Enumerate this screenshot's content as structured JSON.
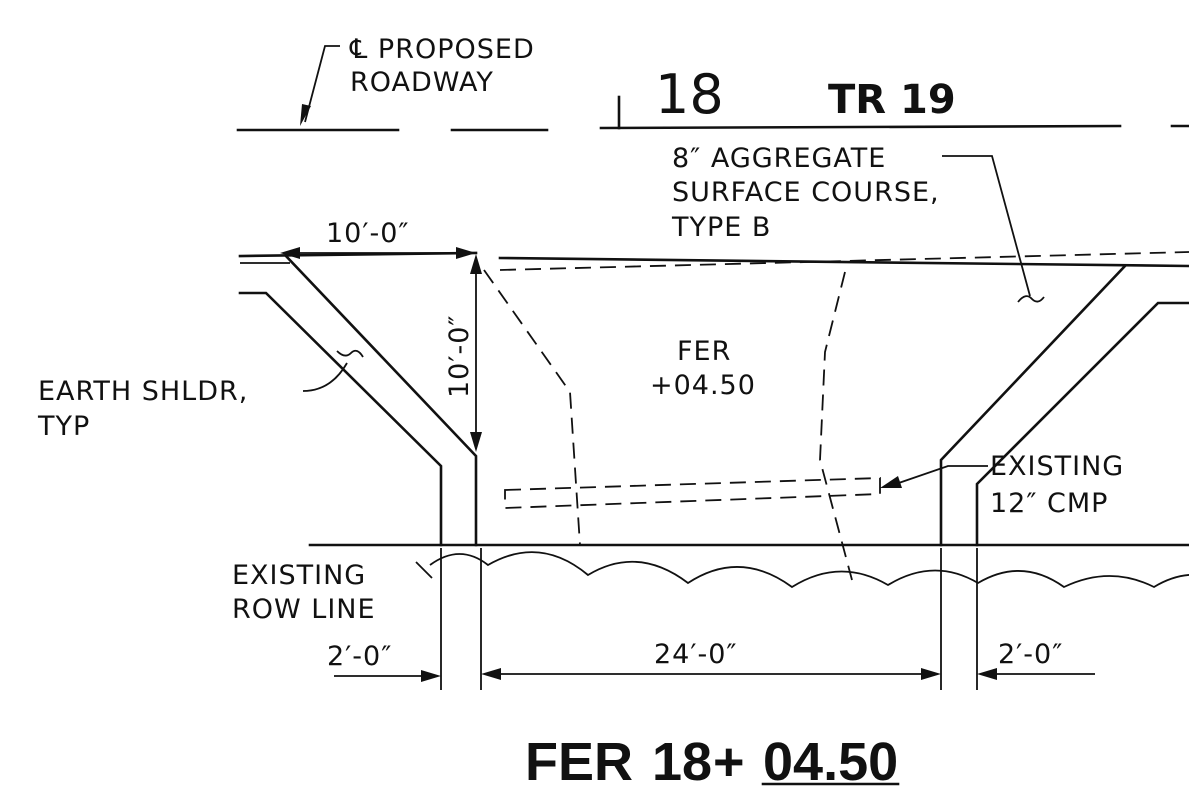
{
  "labels": {
    "centerline_line1": "℄ PROPOSED",
    "centerline_line2": "ROADWAY",
    "station_number": "18",
    "road_name": "TR 19",
    "surface_line1": "8″ AGGREGATE",
    "surface_line2": "SURFACE COURSE,",
    "surface_line3": "TYPE B",
    "dim_top_width": "10′-0″",
    "dim_vertical": "10′-0″",
    "shoulder_line1": "EARTH SHLDR,",
    "shoulder_line2": "TYP",
    "fer_line1": "FER",
    "fer_line2": "+04.50",
    "cmp_line1": "EXISTING",
    "cmp_line2": "12″ CMP",
    "row_line1": "EXISTING",
    "row_line2": "ROW LINE",
    "dim_left": "2′-0″",
    "dim_center": "24′-0″",
    "dim_right": "2′-0″"
  },
  "title": {
    "prefix": "FER",
    "station": "18",
    "plus": "+",
    "offset": "04.50"
  }
}
